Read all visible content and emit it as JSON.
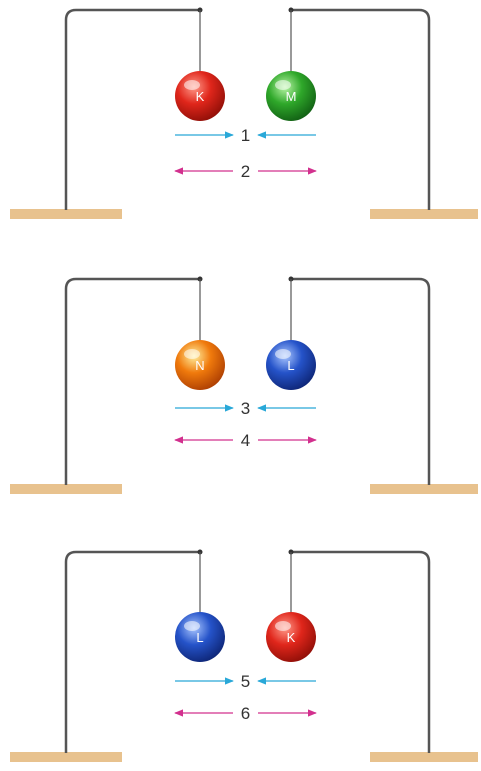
{
  "colors": {
    "K": "#e0261b",
    "M": "#2fa82a",
    "N": "#f07a0c",
    "L": "#2553c9",
    "attraction_arrow": "#29a8d8",
    "repulsion_arrow": "#d2308e",
    "stand": "#555555",
    "base": "#e8c28e"
  },
  "panels": [
    {
      "left_ball": "K",
      "right_ball": "M",
      "attraction_label": "1",
      "repulsion_label": "2"
    },
    {
      "left_ball": "N",
      "right_ball": "L",
      "attraction_label": "3",
      "repulsion_label": "4"
    },
    {
      "left_ball": "L",
      "right_ball": "K",
      "attraction_label": "5",
      "repulsion_label": "6"
    }
  ]
}
